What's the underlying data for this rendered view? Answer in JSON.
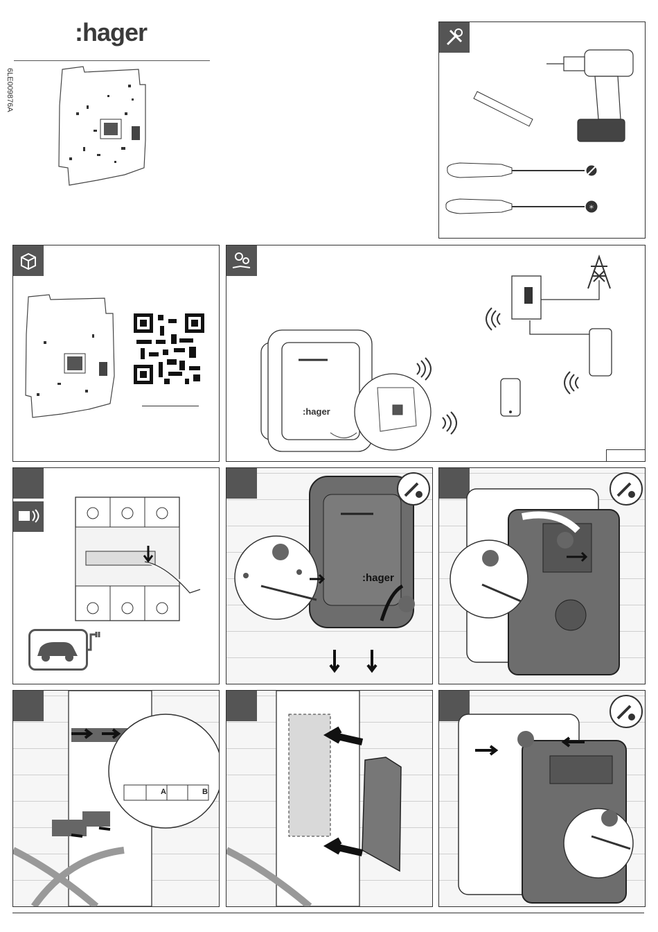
{
  "brand": {
    "logo_text": ":hager"
  },
  "document": {
    "id": "6LE009876A"
  },
  "colors": {
    "badge": "#555555",
    "line": "#333333",
    "wall_line": "#cfcfcf",
    "device_body": "#6d6d6d"
  },
  "panels": {
    "tools": {
      "icon": "tools-icon"
    },
    "package_contents": {
      "icon": "box-icon"
    },
    "configuration": {
      "icon": "gear-hand-icon"
    },
    "step1": {
      "icons": [
        "power-off-icon",
        "ev-car-icon",
        "breaker-switch-down-arrow"
      ]
    },
    "step2": {
      "icons": [
        "screwdriver-icon"
      ],
      "device_logo": ":hager"
    },
    "step3": {
      "icons": [
        "screwdriver-icon"
      ]
    },
    "step4": {
      "breaker_labels": [
        "A",
        "B"
      ]
    },
    "step5": {
      "icons": [
        "insert-arrow"
      ]
    },
    "step6": {
      "icons": [
        "screwdriver-icon"
      ]
    }
  },
  "config_labels": {
    "device_logo": ":hager"
  }
}
